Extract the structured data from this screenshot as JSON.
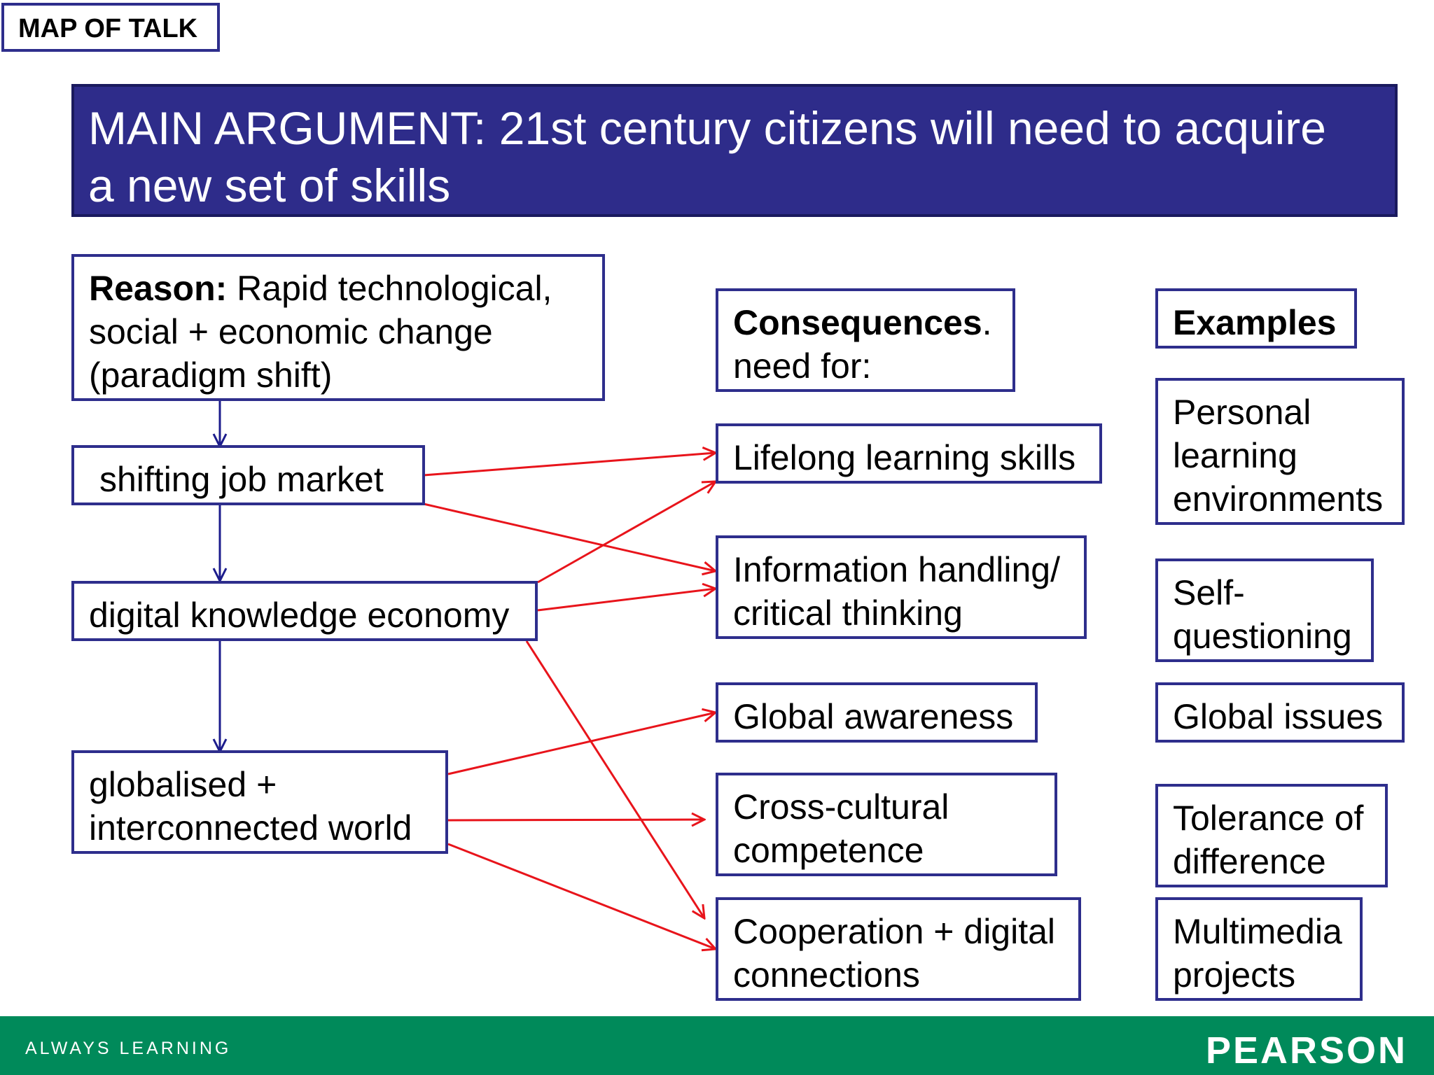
{
  "colors": {
    "banner_bg": "#2e2c8a",
    "box_border": "#2e2e8c",
    "red_arrow": "#e8141b",
    "blue_arrow": "#1c1c8c",
    "footer_bg": "#008a5a"
  },
  "header": {
    "map_label": "MAP OF TALK"
  },
  "banner": {
    "line1": "MAIN ARGUMENT: 21st century citizens will need to acquire",
    "line2": "a new set of skills"
  },
  "left_column": {
    "reason": {
      "label": "Reason:",
      "line1_rest": " Rapid technological,",
      "line2": "social + economic change",
      "line3": "(paradigm shift)"
    },
    "job_market": "shifting job market",
    "digital_economy": "digital knowledge economy",
    "globalised": {
      "line1": "globalised +",
      "line2": "interconnected world"
    }
  },
  "middle_column": {
    "header": {
      "bold": "Consequences",
      "dot": ".",
      "line2": "need for:"
    },
    "lifelong": "Lifelong learning skills",
    "information": {
      "line1": "Information handling/",
      "line2": "critical thinking"
    },
    "global_awareness": "Global awareness",
    "cross_cultural": {
      "line1": "Cross-cultural",
      "line2": "competence"
    },
    "cooperation": {
      "line1": "Cooperation + digital",
      "line2": "connections"
    }
  },
  "right_column": {
    "header": "Examples",
    "personal": {
      "line1": "Personal",
      "line2": "learning",
      "line3": "environments"
    },
    "self": {
      "line1": "Self-",
      "line2": "questioning"
    },
    "global_issues": "Global issues",
    "tolerance": {
      "line1": "Tolerance of",
      "line2": "difference"
    },
    "multimedia": {
      "line1": "Multimedia",
      "line2": "projects"
    }
  },
  "footer": {
    "left": "ALWAYS LEARNING",
    "right": "PEARSON"
  }
}
